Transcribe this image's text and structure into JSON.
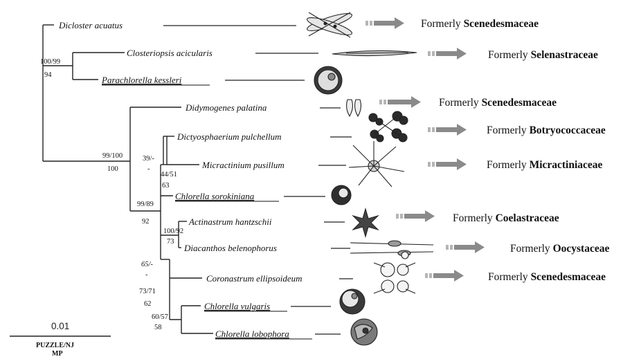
{
  "taxa": [
    {
      "name": "Dicloster acuatus",
      "underline": false
    },
    {
      "name": "Closteriopsis acicularis",
      "underline": false
    },
    {
      "name": "Parachlorella kessleri",
      "underline": true
    },
    {
      "name": "Didymogenes palatina",
      "underline": false
    },
    {
      "name": "Dictyosphaerium pulchellum",
      "underline": false
    },
    {
      "name": "Micractinium pusillum",
      "underline": false
    },
    {
      "name": "Chlorella sorokiniana",
      "underline": true
    },
    {
      "name": "Actinastrum hantzschii",
      "underline": false
    },
    {
      "name": "Diacanthos belenophorus",
      "underline": false
    },
    {
      "name": "Coronastrum ellipsoideum",
      "underline": false
    },
    {
      "name": "Chlorella vulgaris",
      "underline": true
    },
    {
      "name": "Chlorella lobophora",
      "underline": true
    }
  ],
  "support": [
    {
      "top": "100/99",
      "bottom": "94"
    },
    {
      "top": "99/100",
      "bottom": "100"
    },
    {
      "top": "39/-",
      "bottom": "-"
    },
    {
      "top": "44/51",
      "bottom": "63"
    },
    {
      "top": "99/89",
      "bottom": "92"
    },
    {
      "top": "100/92",
      "bottom": "73"
    },
    {
      "top": "65/-",
      "bottom": "-"
    },
    {
      "top": "73/71",
      "bottom": "62"
    },
    {
      "top": "60/57",
      "bottom": "58"
    }
  ],
  "family_prefix": "Formerly",
  "families": [
    "Scenedesmaceae",
    "Selenastraceae",
    "Scenedesmaceae",
    "Botryococcaceae",
    "Micractiniaceae",
    "Coelastraceae",
    "Oocystaceae",
    "Scenedesmaceae"
  ],
  "scale_bar": {
    "label": "0.01",
    "methods_top": "PUZZLE/NJ",
    "methods_bottom": "MP"
  },
  "colors": {
    "arrow": "#8a8a8a",
    "line": "#222222"
  }
}
